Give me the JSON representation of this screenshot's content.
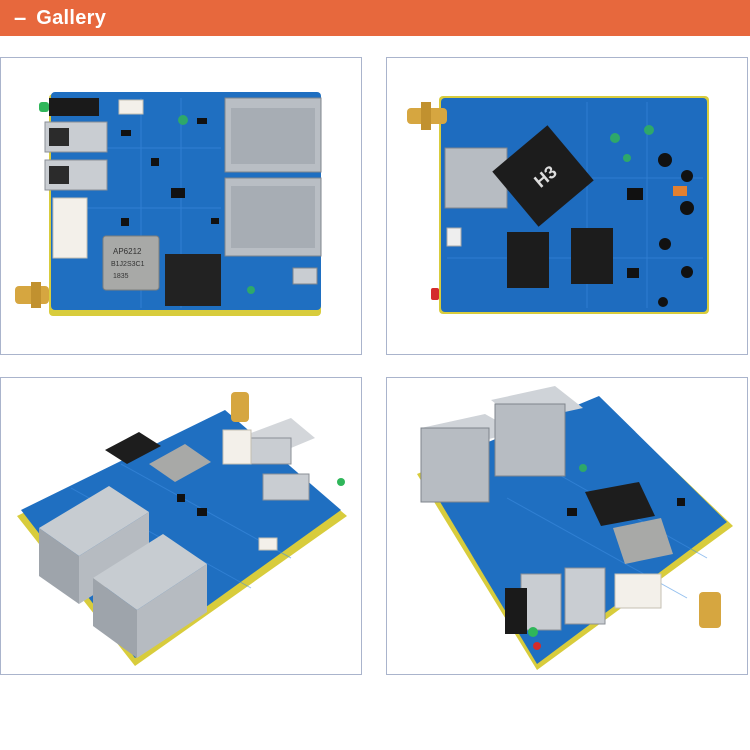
{
  "header": {
    "dash": "–",
    "title": "Gallery",
    "color": "#e7683d"
  },
  "gallery": {
    "images": [
      {
        "name": "board-top-view",
        "chip_label": "AP6212",
        "chip_sub": "B1J2S3C1",
        "chip_sub2": "1835"
      },
      {
        "name": "board-bottom-view",
        "soc_label": "H3"
      },
      {
        "name": "board-angled-front-view"
      },
      {
        "name": "board-angled-side-view"
      }
    ]
  }
}
